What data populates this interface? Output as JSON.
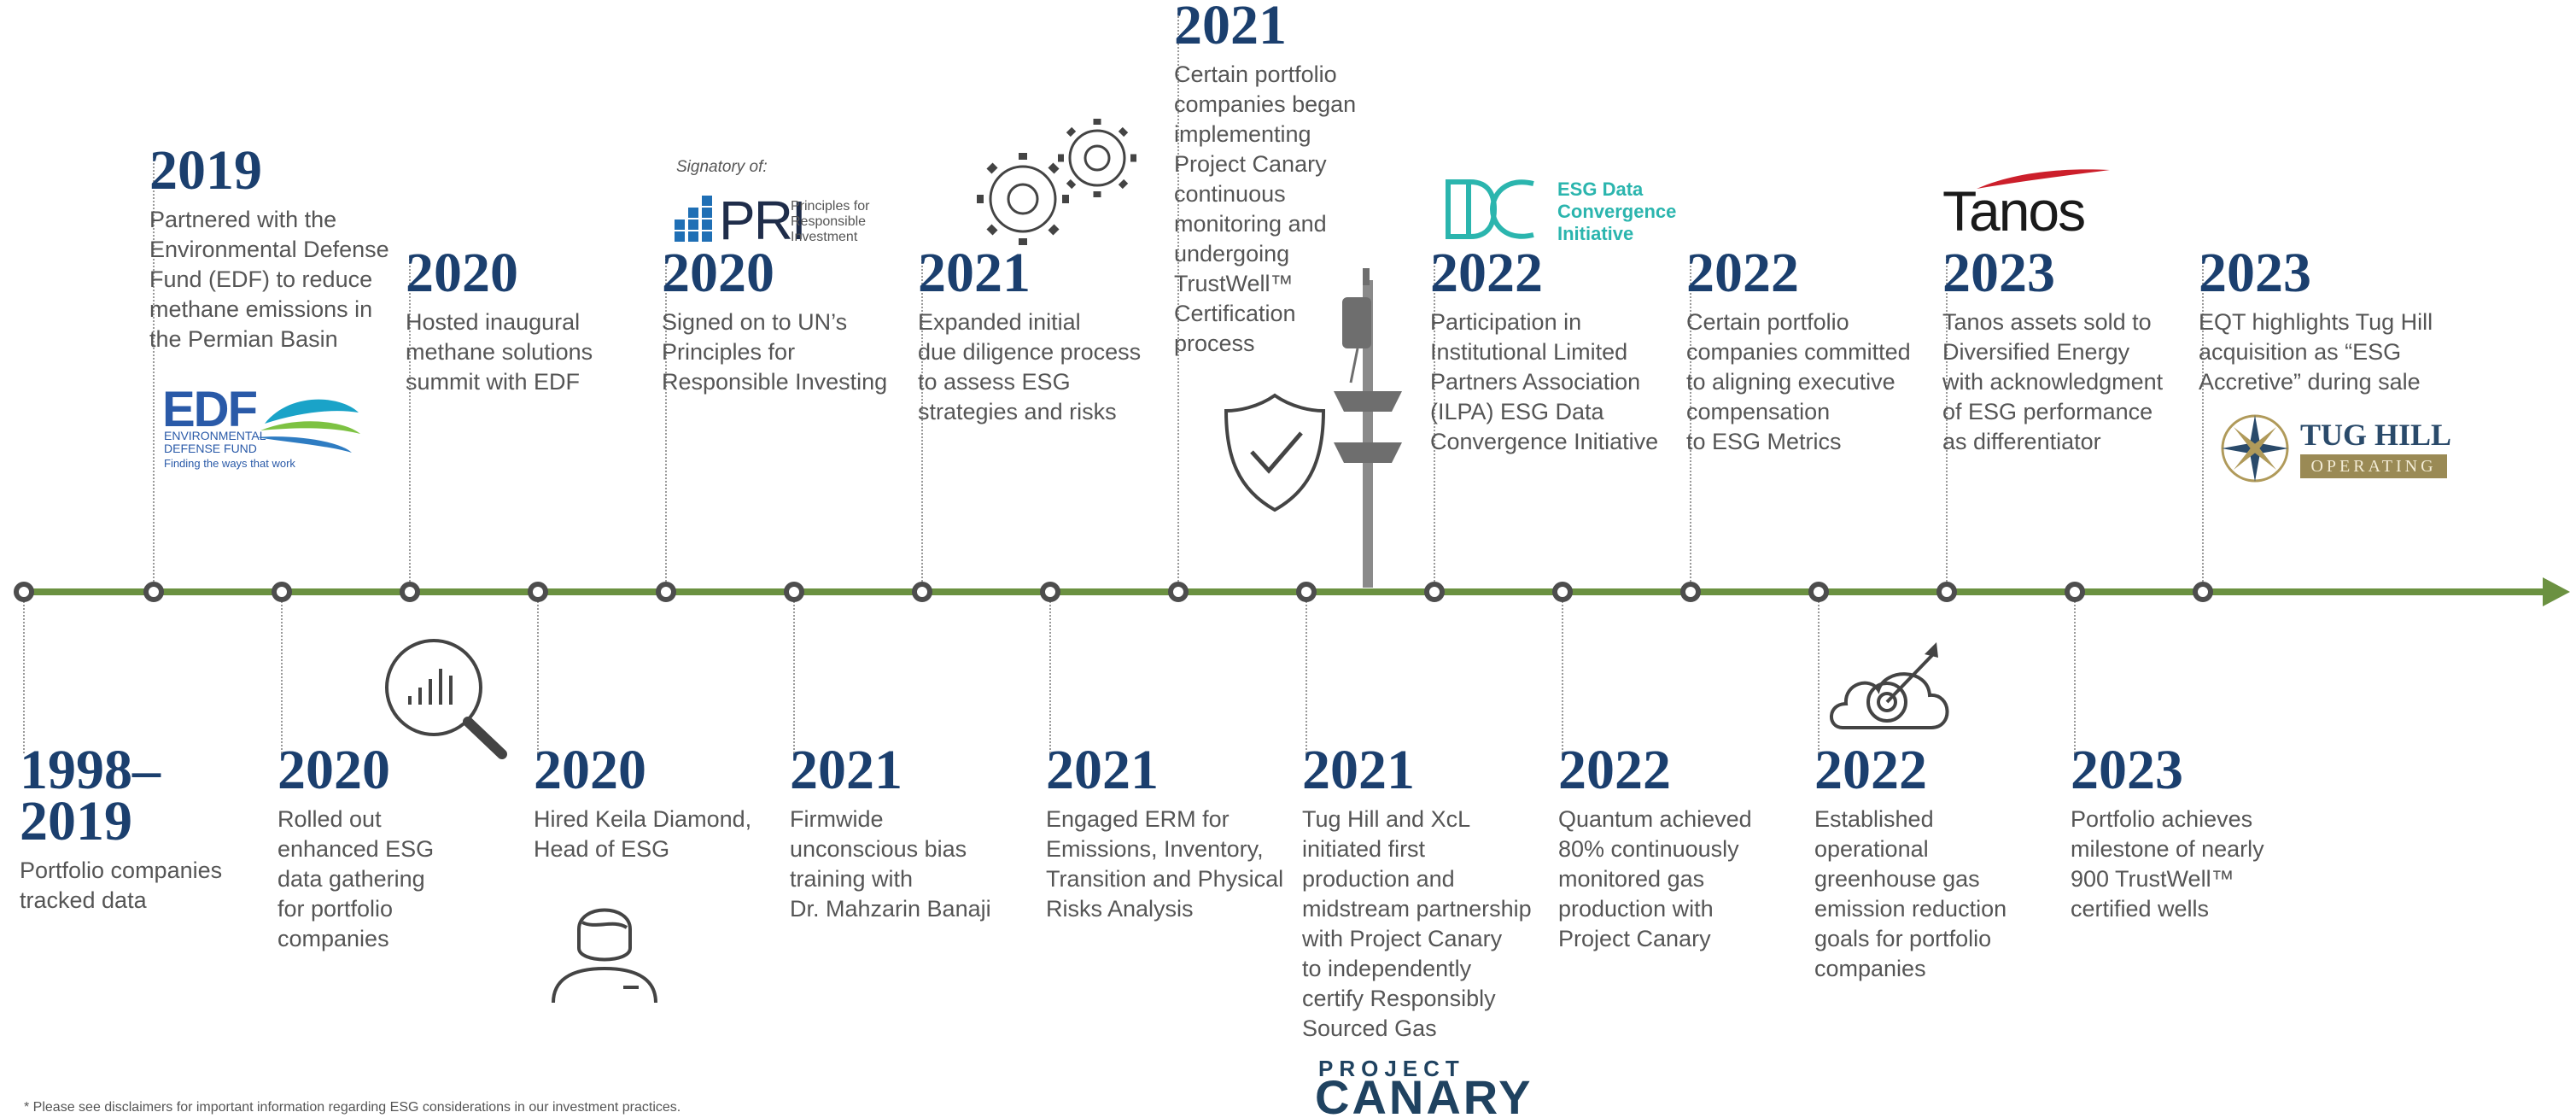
{
  "timeline": {
    "colors": {
      "axis": "#6b9141",
      "year": "#1b3f6e",
      "text": "#555555",
      "node": "#4d4d4d"
    },
    "above": [
      {
        "year": "2019",
        "text": "Partnered with the\nEnvironmental Defense\nFund (EDF) to reduce\nmethane emissions in\nthe Permian Basin"
      },
      {
        "year": "2020",
        "text": "Hosted inaugural\nmethane solutions\nsummit with EDF"
      },
      {
        "year": "2020",
        "text": "Signed on to UN’s\nPrinciples for\nResponsible Investing"
      },
      {
        "year": "2021",
        "text": "Expanded initial\ndue diligence process\nto assess ESG\nstrategies and risks"
      },
      {
        "year": "2021",
        "text": "Certain portfolio\ncompanies began\nimplementing\nProject Canary\ncontinuous\nmonitoring and\nundergoing\nTrustWell™\nCertification\nprocess"
      },
      {
        "year": "2022",
        "text": "Participation in\nInstitutional Limited\nPartners Association\n(ILPA) ESG Data\nConvergence Initiative"
      },
      {
        "year": "2022",
        "text": "Certain portfolio\ncompanies committed\nto aligning executive\ncompensation\nto ESG Metrics"
      },
      {
        "year": "2023",
        "text": "Tanos assets sold to\nDiversified Energy\nwith acknowledgment\nof ESG performance\nas differentiator"
      },
      {
        "year": "2023",
        "text": "EQT highlights Tug Hill\nacquisition as “ESG\nAccretive” during sale"
      }
    ],
    "below": [
      {
        "year": "1998–\n2019",
        "text": "Portfolio companies\ntracked data"
      },
      {
        "year": "2020",
        "text": "Rolled out\nenhanced ESG\ndata gathering\nfor portfolio\ncompanies"
      },
      {
        "year": "2020",
        "text": "Hired Keila Diamond,\nHead of ESG"
      },
      {
        "year": "2021",
        "text": "Firmwide\nunconscious bias\ntraining with\nDr. Mahzarin Banaji"
      },
      {
        "year": "2021",
        "text": "Engaged ERM for\nEmissions, Inventory,\nTransition and Physical\nRisks Analysis"
      },
      {
        "year": "2021",
        "text": "Tug Hill and XcL\ninitiated first\nproduction and\nmidstream partnership\nwith Project Canary\nto independently\ncertify Responsibly\nSourced Gas"
      },
      {
        "year": "2022",
        "text": "Quantum achieved\n80% continuously\nmonitored gas\nproduction with\nProject Canary"
      },
      {
        "year": "2022",
        "text": "Established\noperational\ngreenhouse gas\nemission reduction\ngoals for portfolio\ncompanies"
      },
      {
        "year": "2023",
        "text": "Portfolio achieves\nmilestone of nearly\n900 TrustWell™\ncertified wells"
      }
    ]
  },
  "logos": {
    "edf": {
      "mark": "EDF",
      "line1": "ENVIRONMENTAL",
      "line2": "DEFENSE FUND",
      "tagline": "Finding the ways that work"
    },
    "pri": {
      "signatory": "Signatory of:",
      "mark": "PRI",
      "line1": "Principles for",
      "line2": "Responsible",
      "line3": "Investment"
    },
    "esg_dci": {
      "line1": "ESG Data",
      "line2": "Convergence",
      "line3": "Initiative"
    },
    "tanos": {
      "mark": "Tanos"
    },
    "tug_hill": {
      "line1": "TUG HILL",
      "line2": "OPERATING"
    },
    "project_canary": {
      "line1": "PROJECT",
      "line2": "CANARY"
    }
  },
  "footnote": "*   Please see disclaimers for important information regarding ESG considerations in our investment practices."
}
